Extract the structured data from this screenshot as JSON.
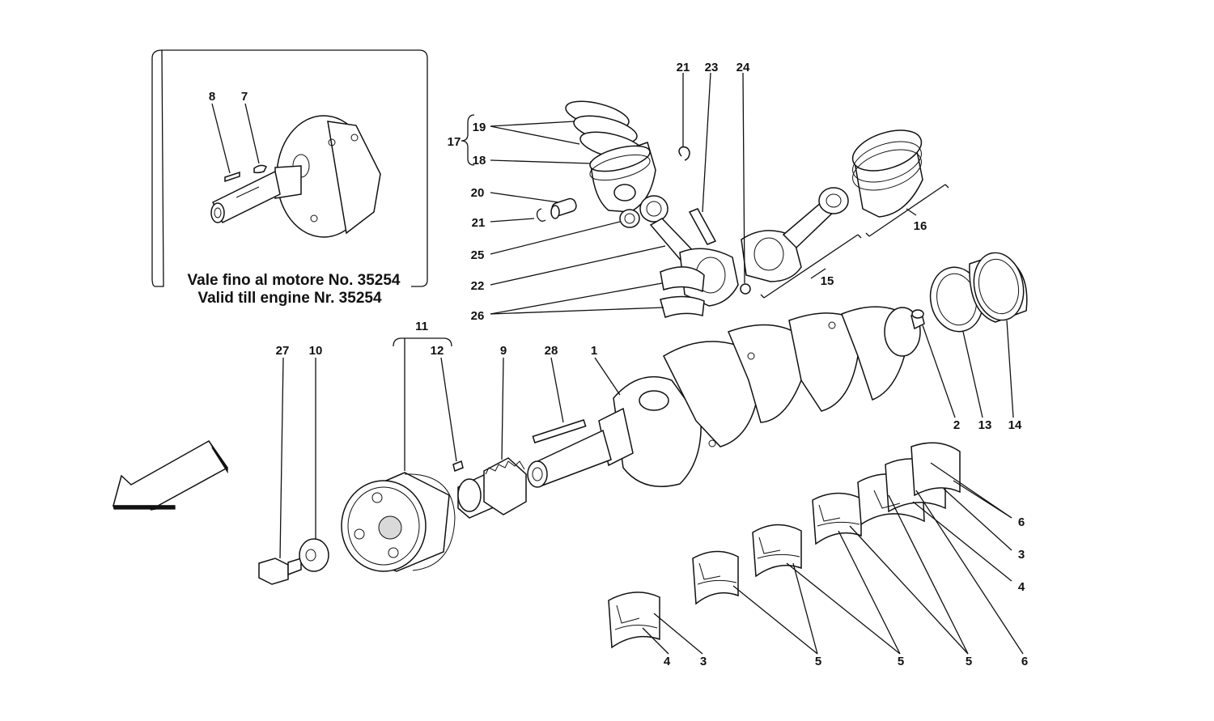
{
  "inset": {
    "caption_it": "Vale fino al motore No. 35254",
    "caption_en": "Valid till engine Nr. 35254",
    "callouts": [
      "8",
      "7"
    ]
  },
  "callouts": {
    "c1": "1",
    "c2": "2",
    "c3a": "3",
    "c3b": "3",
    "c4a": "4",
    "c4b": "4",
    "c5a": "5",
    "c5b": "5",
    "c5c": "5",
    "c6a": "6",
    "c6b": "6",
    "c9": "9",
    "c10": "10",
    "c11": "11",
    "c12": "12",
    "c13": "13",
    "c14": "14",
    "c15": "15",
    "c16": "16",
    "c17": "17",
    "c18": "18",
    "c19": "19",
    "c20": "20",
    "c21a": "21",
    "c21b": "21",
    "c22": "22",
    "c23": "23",
    "c24": "24",
    "c25": "25",
    "c26": "26",
    "c27": "27",
    "c28": "28"
  }
}
